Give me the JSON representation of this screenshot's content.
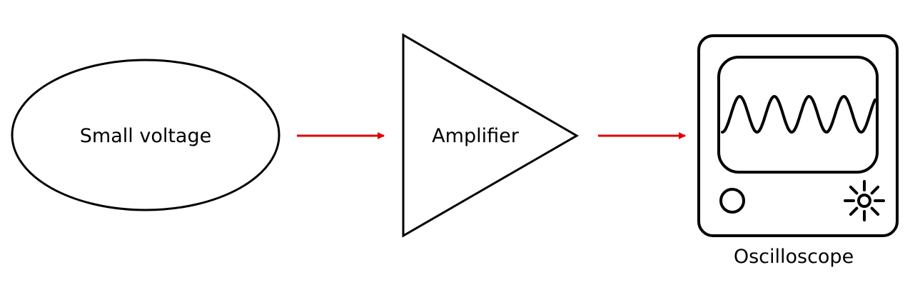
{
  "nodes": {
    "source": {
      "label": "Small voltage",
      "shape": "ellipse"
    },
    "amplifier": {
      "label": "Amplifier",
      "shape": "triangle"
    },
    "display": {
      "label": "Oscilloscope",
      "shape": "oscilloscope-icon"
    }
  },
  "edges": [
    {
      "from": "source",
      "to": "amplifier"
    },
    {
      "from": "amplifier",
      "to": "display"
    }
  ],
  "colors": {
    "stroke": "#000000",
    "arrow": "#e00000",
    "background": "#ffffff"
  }
}
